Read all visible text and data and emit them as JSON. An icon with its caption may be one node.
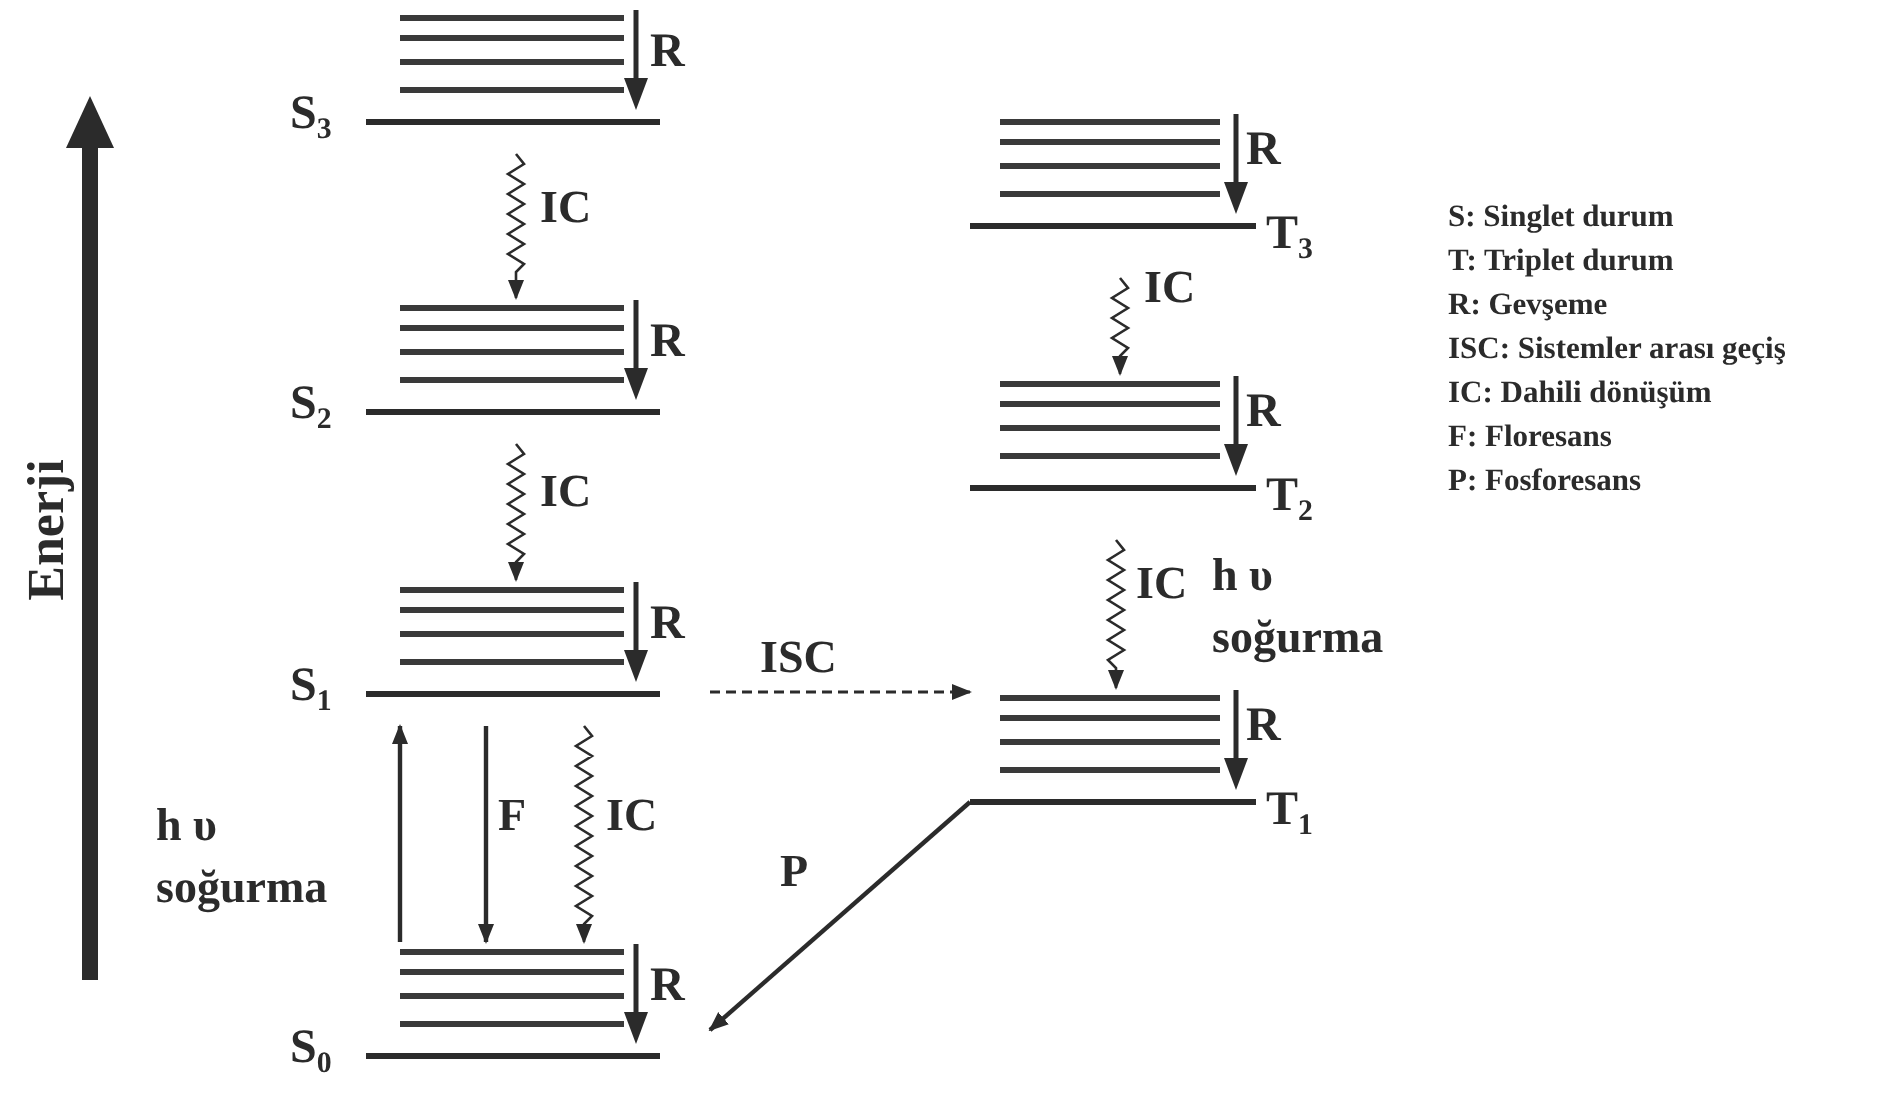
{
  "diagram": {
    "nodes": [
      {
        "text": [
          "S$_{3}$",
          "R"
        ]
      },
      {
        "text": [
          "S$_{2}$",
          "R"
        ]
      },
      {
        "text": [
          "S$_{1}$",
          "R"
        ]
      },
      {
        "text": [
          "S$_{0}$",
          "R"
        ]
      },
      {
        "text": [
          "R",
          "T$_{3}$"
        ]
      },
      {
        "text": [
          "R",
          "T$_{2}$"
        ]
      },
      {
        "text": [
          "R",
          "T$_{1}$"
        ]
      }
    ],
    "edges": [
      {
        "from": 0,
        "to": 1,
        "arrow": "to",
        "label": "IC"
      },
      {
        "from": 1,
        "to": 2,
        "arrow": "to",
        "label": "IC"
      },
      {
        "from": 2,
        "to": 3,
        "arrow": "to",
        "label": "IC"
      },
      {
        "from": 3,
        "to": 2,
        "arrow": "to",
        "label": "h υ soğurma"
      },
      {
        "from": 2,
        "to": 3,
        "arrow": "to",
        "label": "F"
      },
      {
        "from": 2,
        "to": 6,
        "arrow": "to",
        "label": "ISC",
        "style": "dashed"
      },
      {
        "from": 4,
        "to": 5,
        "arrow": "to",
        "label": "IC"
      },
      {
        "from": 5,
        "to": 6,
        "arrow": "to",
        "label": "IC"
      },
      {
        "from": 6,
        "to": 3,
        "arrow": "to",
        "label": "P"
      }
    ],
    "labels": [
      "Enerji",
      "h υ soğurma"
    ],
    "legend": [
      {
        "text": "S: Singlet durum"
      },
      {
        "text": "T: Triplet durum"
      },
      {
        "text": "R: Gevşeme"
      },
      {
        "text": "ISC: Sistemler arası geçiş"
      },
      {
        "text": "IC: Dahili dönüşüm"
      },
      {
        "text": "F: Floresans"
      },
      {
        "text": "P: Fosforesans"
      }
    ]
  }
}
